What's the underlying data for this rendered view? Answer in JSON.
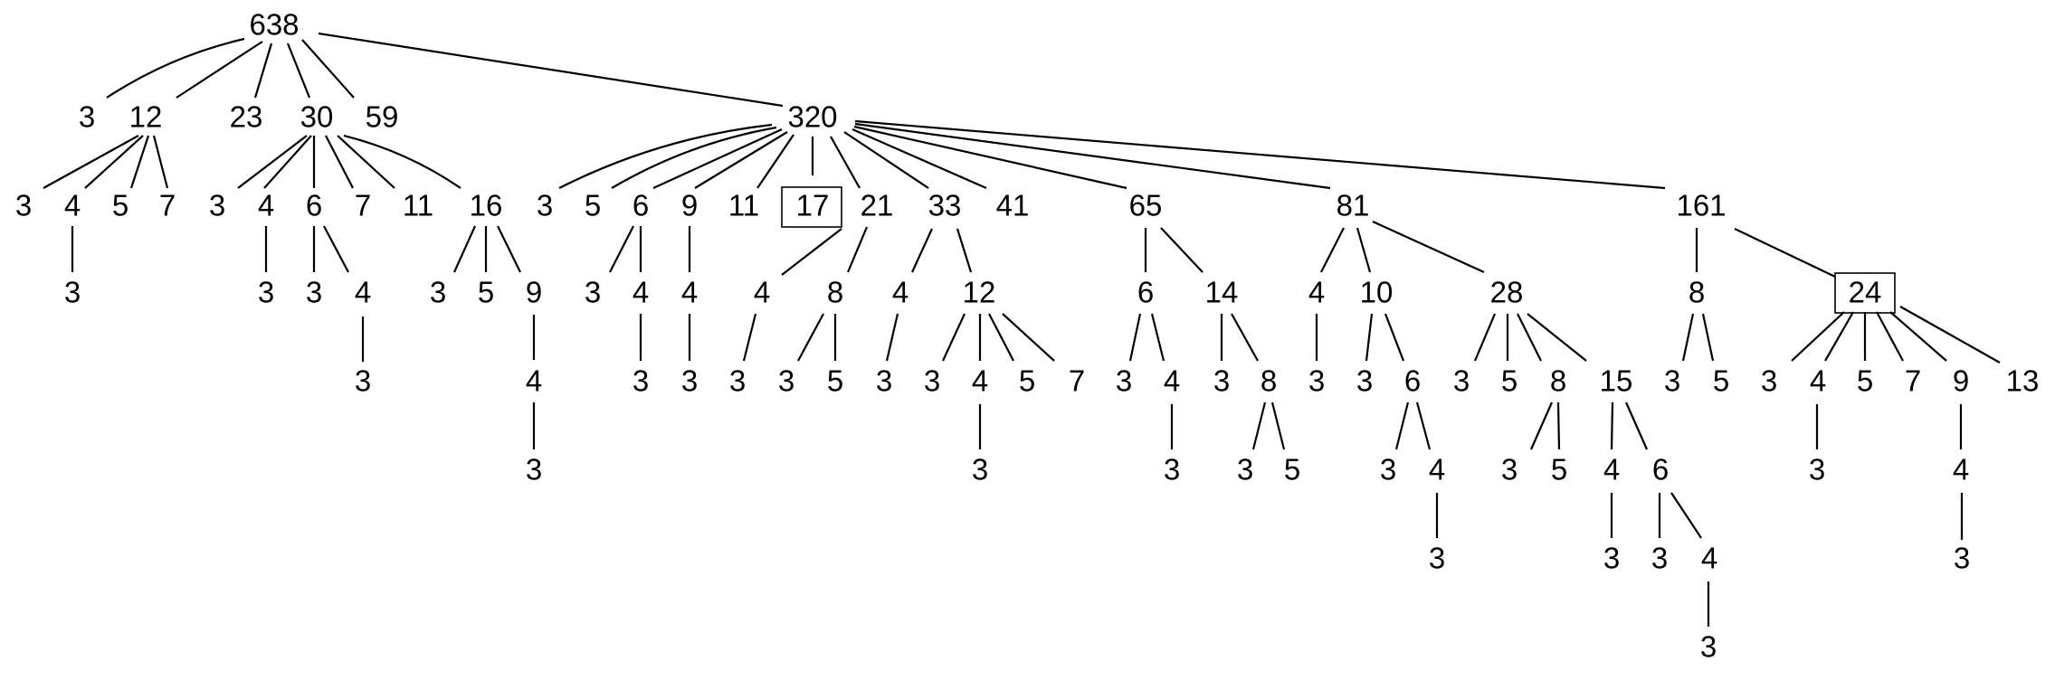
{
  "tree": {
    "nodes": [
      {
        "id": "n638",
        "label": "638"
      },
      {
        "id": "a3",
        "label": "3"
      },
      {
        "id": "a12",
        "label": "12"
      },
      {
        "id": "a23",
        "label": "23"
      },
      {
        "id": "a30",
        "label": "30"
      },
      {
        "id": "a59",
        "label": "59"
      },
      {
        "id": "n320",
        "label": "320"
      },
      {
        "id": "b3",
        "label": "3"
      },
      {
        "id": "b4",
        "label": "4"
      },
      {
        "id": "b5",
        "label": "5"
      },
      {
        "id": "b7",
        "label": "7"
      },
      {
        "id": "b4c3",
        "label": "3"
      },
      {
        "id": "c3",
        "label": "3"
      },
      {
        "id": "c4",
        "label": "4"
      },
      {
        "id": "c6",
        "label": "6"
      },
      {
        "id": "c7",
        "label": "7"
      },
      {
        "id": "c11",
        "label": "11"
      },
      {
        "id": "c16",
        "label": "16"
      },
      {
        "id": "c4c3",
        "label": "3"
      },
      {
        "id": "c6c3",
        "label": "3"
      },
      {
        "id": "c6c4",
        "label": "4"
      },
      {
        "id": "c6c4c3",
        "label": "3"
      },
      {
        "id": "c16c3",
        "label": "3"
      },
      {
        "id": "c16c5",
        "label": "5"
      },
      {
        "id": "c16c9",
        "label": "9"
      },
      {
        "id": "c16c9c4",
        "label": "4"
      },
      {
        "id": "c16c9c4c3",
        "label": "3"
      },
      {
        "id": "d3",
        "label": "3"
      },
      {
        "id": "d5",
        "label": "5"
      },
      {
        "id": "d6",
        "label": "6"
      },
      {
        "id": "d9",
        "label": "9"
      },
      {
        "id": "d11",
        "label": "11"
      },
      {
        "id": "d17",
        "label": "17",
        "boxed": true
      },
      {
        "id": "d21",
        "label": "21"
      },
      {
        "id": "d33",
        "label": "33"
      },
      {
        "id": "d41",
        "label": "41"
      },
      {
        "id": "d65",
        "label": "65"
      },
      {
        "id": "d81",
        "label": "81"
      },
      {
        "id": "d161",
        "label": "161"
      },
      {
        "id": "d6c3",
        "label": "3"
      },
      {
        "id": "d6c4",
        "label": "4"
      },
      {
        "id": "d6c4c3",
        "label": "3"
      },
      {
        "id": "d9c4",
        "label": "4"
      },
      {
        "id": "d9c4c3",
        "label": "3"
      },
      {
        "id": "d21c4",
        "label": "4"
      },
      {
        "id": "d21c4c3",
        "label": "3"
      },
      {
        "id": "d21c8",
        "label": "8"
      },
      {
        "id": "d21c8c3",
        "label": "3"
      },
      {
        "id": "d21c8c5",
        "label": "5"
      },
      {
        "id": "d33c4",
        "label": "4"
      },
      {
        "id": "d33c4c3",
        "label": "3"
      },
      {
        "id": "d33c12",
        "label": "12"
      },
      {
        "id": "d33c12c3",
        "label": "3"
      },
      {
        "id": "d33c12c4",
        "label": "4"
      },
      {
        "id": "d33c12c5",
        "label": "5"
      },
      {
        "id": "d33c12c7",
        "label": "7"
      },
      {
        "id": "d33c12c4c3",
        "label": "3"
      },
      {
        "id": "d65c6",
        "label": "6"
      },
      {
        "id": "d65c14",
        "label": "14"
      },
      {
        "id": "d65c6c3",
        "label": "3"
      },
      {
        "id": "d65c6c4",
        "label": "4"
      },
      {
        "id": "d65c6c4c3",
        "label": "3"
      },
      {
        "id": "d65c14c3",
        "label": "3"
      },
      {
        "id": "d65c14c8",
        "label": "8"
      },
      {
        "id": "d65c14c8c3",
        "label": "3"
      },
      {
        "id": "d65c14c8c5",
        "label": "5"
      },
      {
        "id": "d81c4",
        "label": "4"
      },
      {
        "id": "d81c10",
        "label": "10"
      },
      {
        "id": "d81c28",
        "label": "28"
      },
      {
        "id": "d81c4c3",
        "label": "3"
      },
      {
        "id": "d81c10c3",
        "label": "3"
      },
      {
        "id": "d81c10c6",
        "label": "6"
      },
      {
        "id": "d81c10c6c3",
        "label": "3"
      },
      {
        "id": "d81c10c6c4",
        "label": "4"
      },
      {
        "id": "d81c10c6c4c3",
        "label": "3"
      },
      {
        "id": "d81c28c3",
        "label": "3"
      },
      {
        "id": "d81c28c5",
        "label": "5"
      },
      {
        "id": "d81c28c8",
        "label": "8"
      },
      {
        "id": "d81c28c15",
        "label": "15"
      },
      {
        "id": "d81c28c8c3",
        "label": "3"
      },
      {
        "id": "d81c28c8c5",
        "label": "5"
      },
      {
        "id": "d81c28c15c4",
        "label": "4"
      },
      {
        "id": "d81c28c15c6",
        "label": "6"
      },
      {
        "id": "d81c28c15c4c3",
        "label": "3"
      },
      {
        "id": "d81c28c15c6c3",
        "label": "3"
      },
      {
        "id": "d81c28c15c6c4",
        "label": "4"
      },
      {
        "id": "d81c28c15c6c4c3",
        "label": "3"
      },
      {
        "id": "d161c8",
        "label": "8"
      },
      {
        "id": "d161c24",
        "label": "24",
        "boxed": true
      },
      {
        "id": "d161c8c3",
        "label": "3"
      },
      {
        "id": "d161c8c5",
        "label": "5"
      },
      {
        "id": "d161c24c3",
        "label": "3"
      },
      {
        "id": "d161c24c4",
        "label": "4"
      },
      {
        "id": "d161c24c5",
        "label": "5"
      },
      {
        "id": "d161c24c7",
        "label": "7"
      },
      {
        "id": "d161c24c9",
        "label": "9"
      },
      {
        "id": "d161c24c13",
        "label": "13"
      },
      {
        "id": "d161c24c4c3",
        "label": "3"
      },
      {
        "id": "d161c24c9c4",
        "label": "4"
      },
      {
        "id": "d161c24c9c4c3",
        "label": "3"
      }
    ],
    "edges": [
      [
        "n638",
        "a3"
      ],
      [
        "n638",
        "a12"
      ],
      [
        "n638",
        "a23"
      ],
      [
        "n638",
        "a30"
      ],
      [
        "n638",
        "a59"
      ],
      [
        "n638",
        "n320"
      ],
      [
        "a12",
        "b3"
      ],
      [
        "a12",
        "b4"
      ],
      [
        "a12",
        "b5"
      ],
      [
        "a12",
        "b7"
      ],
      [
        "b4",
        "b4c3"
      ],
      [
        "a30",
        "c3"
      ],
      [
        "a30",
        "c4"
      ],
      [
        "a30",
        "c6"
      ],
      [
        "a30",
        "c7"
      ],
      [
        "a30",
        "c11"
      ],
      [
        "a30",
        "c16"
      ],
      [
        "c4",
        "c4c3"
      ],
      [
        "c6",
        "c6c3"
      ],
      [
        "c6",
        "c6c4"
      ],
      [
        "c6c4",
        "c6c4c3"
      ],
      [
        "c16",
        "c16c3"
      ],
      [
        "c16",
        "c16c5"
      ],
      [
        "c16",
        "c16c9"
      ],
      [
        "c16c9",
        "c16c9c4"
      ],
      [
        "c16c9c4",
        "c16c9c4c3"
      ],
      [
        "n320",
        "d3"
      ],
      [
        "n320",
        "d5"
      ],
      [
        "n320",
        "d6"
      ],
      [
        "n320",
        "d9"
      ],
      [
        "n320",
        "d11"
      ],
      [
        "n320",
        "d17"
      ],
      [
        "n320",
        "d21"
      ],
      [
        "n320",
        "d33"
      ],
      [
        "n320",
        "d41"
      ],
      [
        "n320",
        "d65"
      ],
      [
        "n320",
        "d81"
      ],
      [
        "n320",
        "d161"
      ],
      [
        "d6",
        "d6c3"
      ],
      [
        "d6",
        "d6c4"
      ],
      [
        "d6c4",
        "d6c4c3"
      ],
      [
        "d9",
        "d9c4"
      ],
      [
        "d9c4",
        "d9c4c3"
      ],
      [
        "d21",
        "d21c4"
      ],
      [
        "d21",
        "d21c8"
      ],
      [
        "d21c4",
        "d21c4c3"
      ],
      [
        "d21c8",
        "d21c8c3"
      ],
      [
        "d21c8",
        "d21c8c5"
      ],
      [
        "d33",
        "d33c4"
      ],
      [
        "d33",
        "d33c12"
      ],
      [
        "d33c4",
        "d33c4c3"
      ],
      [
        "d33c12",
        "d33c12c3"
      ],
      [
        "d33c12",
        "d33c12c4"
      ],
      [
        "d33c12",
        "d33c12c5"
      ],
      [
        "d33c12",
        "d33c12c7"
      ],
      [
        "d33c12c4",
        "d33c12c4c3"
      ],
      [
        "d65",
        "d65c6"
      ],
      [
        "d65",
        "d65c14"
      ],
      [
        "d65c6",
        "d65c6c3"
      ],
      [
        "d65c6",
        "d65c6c4"
      ],
      [
        "d65c6c4",
        "d65c6c4c3"
      ],
      [
        "d65c14",
        "d65c14c3"
      ],
      [
        "d65c14",
        "d65c14c8"
      ],
      [
        "d65c14c8",
        "d65c14c8c3"
      ],
      [
        "d65c14c8",
        "d65c14c8c5"
      ],
      [
        "d81",
        "d81c4"
      ],
      [
        "d81",
        "d81c10"
      ],
      [
        "d81",
        "d81c28"
      ],
      [
        "d81c4",
        "d81c4c3"
      ],
      [
        "d81c10",
        "d81c10c3"
      ],
      [
        "d81c10",
        "d81c10c6"
      ],
      [
        "d81c10c6",
        "d81c10c6c3"
      ],
      [
        "d81c10c6",
        "d81c10c6c4"
      ],
      [
        "d81c10c6c4",
        "d81c10c6c4c3"
      ],
      [
        "d81c28",
        "d81c28c3"
      ],
      [
        "d81c28",
        "d81c28c5"
      ],
      [
        "d81c28",
        "d81c28c8"
      ],
      [
        "d81c28",
        "d81c28c15"
      ],
      [
        "d81c28c8",
        "d81c28c8c3"
      ],
      [
        "d81c28c8",
        "d81c28c8c5"
      ],
      [
        "d81c28c15",
        "d81c28c15c4"
      ],
      [
        "d81c28c15",
        "d81c28c15c6"
      ],
      [
        "d81c28c15c4",
        "d81c28c15c4c3"
      ],
      [
        "d81c28c15c6",
        "d81c28c15c6c3"
      ],
      [
        "d81c28c15c6",
        "d81c28c15c6c4"
      ],
      [
        "d81c28c15c6c4",
        "d81c28c15c6c4c3"
      ],
      [
        "d161",
        "d161c8"
      ],
      [
        "d161",
        "d161c24"
      ],
      [
        "d161c8",
        "d161c8c3"
      ],
      [
        "d161c8",
        "d161c8c5"
      ],
      [
        "d161c24",
        "d161c24c3"
      ],
      [
        "d161c24",
        "d161c24c4"
      ],
      [
        "d161c24",
        "d161c24c5"
      ],
      [
        "d161c24",
        "d161c24c7"
      ],
      [
        "d161c24",
        "d161c24c9"
      ],
      [
        "d161c24",
        "d161c24c13"
      ],
      [
        "d161c24c4",
        "d161c24c4c3"
      ],
      [
        "d161c24c9",
        "d161c24c9c4"
      ],
      [
        "d161c24c9c4",
        "d161c24c9c4c3"
      ]
    ]
  }
}
